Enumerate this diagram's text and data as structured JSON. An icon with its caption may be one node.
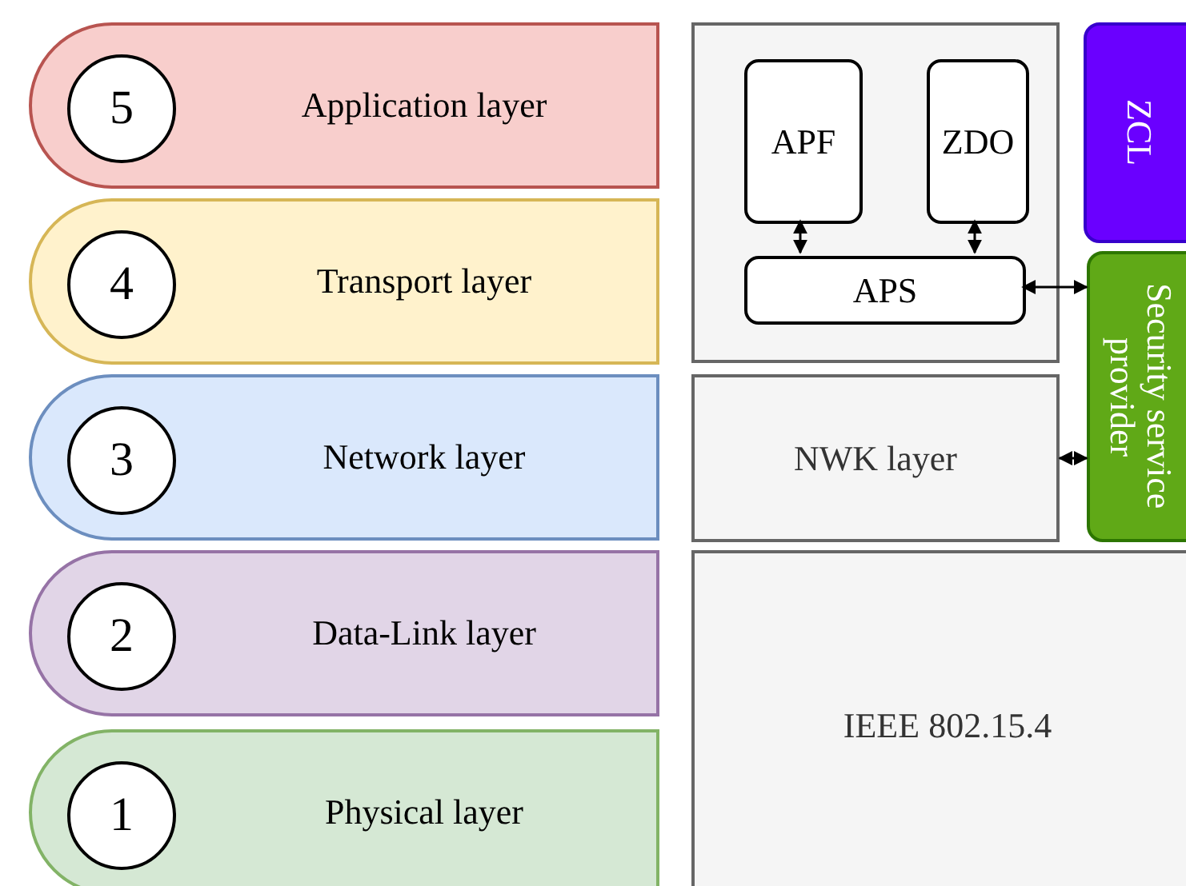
{
  "diagram": {
    "nodes": [
      {
        "text": [
          "Application layer"
        ]
      },
      {
        "text": [
          "5"
        ],
        "in": 0
      },
      {
        "text": [
          "Transport layer"
        ]
      },
      {
        "text": [
          "4"
        ],
        "in": 2
      },
      {
        "text": [
          "Network layer"
        ]
      },
      {
        "text": [
          "3"
        ],
        "in": 4
      },
      {
        "text": [
          "Data-Link layer"
        ]
      },
      {
        "text": [
          "2"
        ],
        "in": 6
      },
      {
        "text": [
          "Physical layer"
        ]
      },
      {
        "text": [
          "1"
        ],
        "in": 8
      },
      {
        "text": [],
        "shape": "box"
      },
      {
        "text": [
          "APF"
        ],
        "in": 10
      },
      {
        "text": [
          "ZDO"
        ],
        "in": 10
      },
      {
        "text": [
          "APS"
        ],
        "in": 10
      },
      {
        "text": [
          "ZCL"
        ]
      },
      {
        "text": [
          "Security service provider"
        ]
      },
      {
        "text": [
          "NWK layer"
        ]
      },
      {
        "text": [
          "IEEE 802.15.4"
        ]
      }
    ],
    "edges": [
      {
        "from": 11,
        "to": 13,
        "arrow": "both"
      },
      {
        "from": 12,
        "to": 13,
        "arrow": "both"
      },
      {
        "from": 13,
        "to": 15,
        "arrow": "both"
      },
      {
        "from": 16,
        "to": 15,
        "arrow": "both"
      }
    ]
  }
}
